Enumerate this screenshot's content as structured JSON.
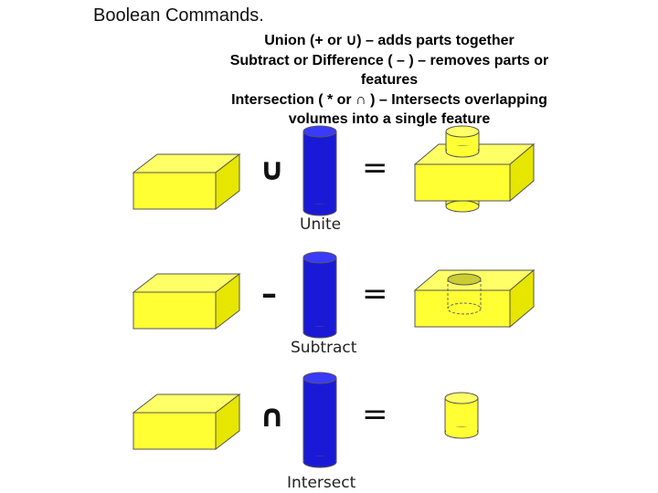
{
  "title": "Boolean Commands.",
  "description": {
    "union": "Union (+ or ∪) – adds parts together",
    "subtract_line1": "Subtract or Difference ( – ) – removes parts or",
    "subtract_line2": "features",
    "intersection_line1": "Intersection ( * or ∩ ) – Intersects overlapping",
    "intersection_line2": "volumes into a single feature"
  },
  "rows": [
    {
      "operator": "∪",
      "equals": "=",
      "label": "Unite"
    },
    {
      "operator": "–",
      "equals": "=",
      "label": "Subtract"
    },
    {
      "operator": "∩",
      "equals": "=",
      "label": "Intersect"
    }
  ],
  "colors": {
    "box": "#ffff33",
    "cylinder": "#1a1ad6",
    "outline": "#555555"
  }
}
